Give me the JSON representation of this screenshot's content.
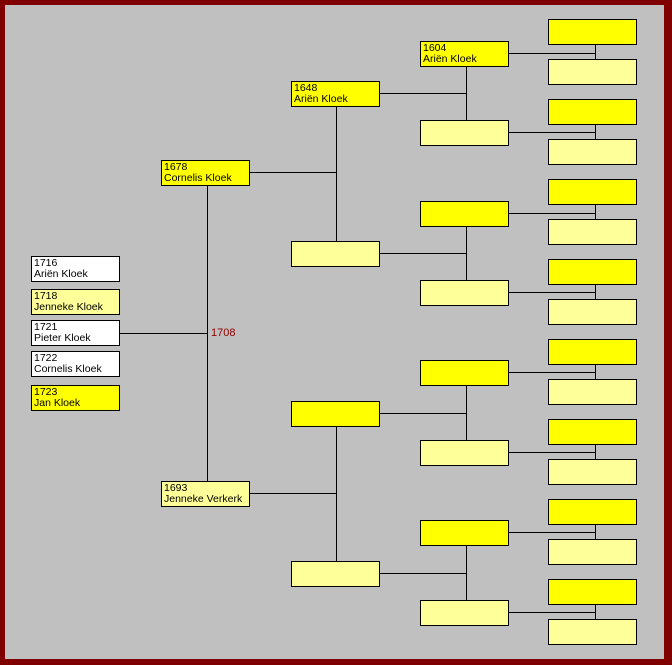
{
  "colors": {
    "male": "#ffff00",
    "female": "#ffff99",
    "unknown": "#ffffff",
    "border": "#800000",
    "background": "#c0c0c0",
    "marriage": "#900000"
  },
  "marriage_year": "1708",
  "children": [
    {
      "year": "1716",
      "name": "Ariën Kloek",
      "color": "#ffffff"
    },
    {
      "year": "1718",
      "name": "Jenneke Kloek",
      "color": "#ffff99"
    },
    {
      "year": "1721",
      "name": "Pieter Kloek",
      "color": "#ffffff"
    },
    {
      "year": "1722",
      "name": "Cornelis Kloek",
      "color": "#ffffff"
    },
    {
      "year": "1723",
      "name": "Jan Kloek",
      "color": "#ffff00"
    }
  ],
  "parents": [
    {
      "year": "1678",
      "name": "Cornelis Kloek",
      "color": "#ffff00"
    },
    {
      "year": "1693",
      "name": "Jenneke Verkerk",
      "color": "#ffff99"
    }
  ],
  "grandparents": [
    {
      "year": "1648",
      "name": "Ariën Kloek",
      "color": "#ffff00"
    },
    {
      "year": "",
      "name": "",
      "color": "#ffff99"
    },
    {
      "year": "",
      "name": "",
      "color": "#ffff00"
    },
    {
      "year": "",
      "name": "",
      "color": "#ffff99"
    }
  ],
  "great_grandparents": [
    {
      "year": "1604",
      "name": "Ariën Kloek",
      "color": "#ffff00"
    },
    {
      "year": "",
      "name": "",
      "color": "#ffff99"
    },
    {
      "year": "",
      "name": "",
      "color": "#ffff00"
    },
    {
      "year": "",
      "name": "",
      "color": "#ffff99"
    },
    {
      "year": "",
      "name": "",
      "color": "#ffff00"
    },
    {
      "year": "",
      "name": "",
      "color": "#ffff99"
    },
    {
      "year": "",
      "name": "",
      "color": "#ffff00"
    },
    {
      "year": "",
      "name": "",
      "color": "#ffff99"
    }
  ],
  "gg_grandparents": [
    {
      "color": "#ffff00"
    },
    {
      "color": "#ffff99"
    },
    {
      "color": "#ffff00"
    },
    {
      "color": "#ffff99"
    },
    {
      "color": "#ffff00"
    },
    {
      "color": "#ffff99"
    },
    {
      "color": "#ffff00"
    },
    {
      "color": "#ffff99"
    },
    {
      "color": "#ffff00"
    },
    {
      "color": "#ffff99"
    },
    {
      "color": "#ffff00"
    },
    {
      "color": "#ffff99"
    },
    {
      "color": "#ffff00"
    },
    {
      "color": "#ffff99"
    },
    {
      "color": "#ffff00"
    },
    {
      "color": "#ffff99"
    }
  ]
}
